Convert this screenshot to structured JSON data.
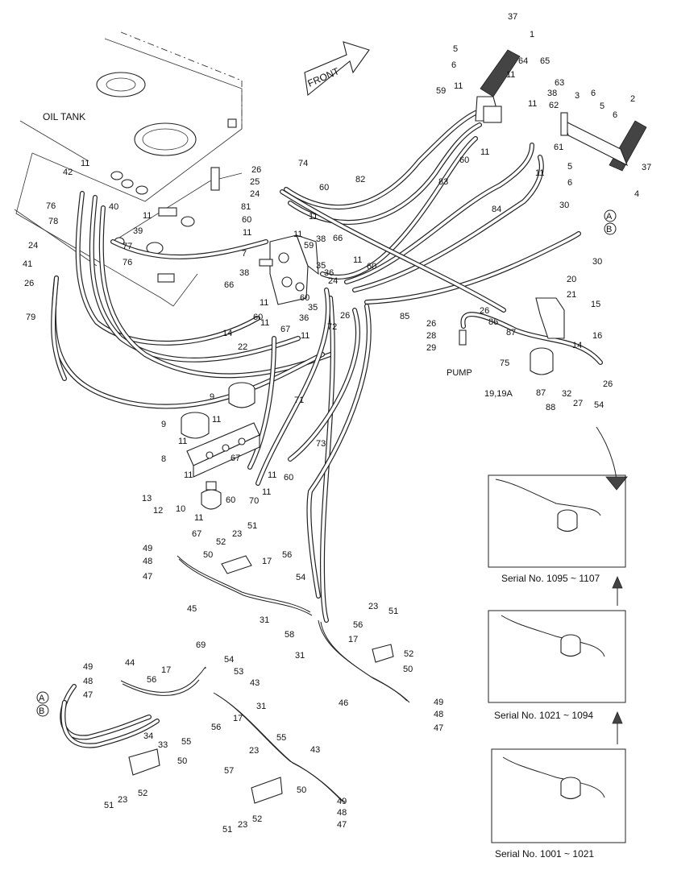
{
  "title_labels": {
    "oil_tank": "OIL TANK",
    "front": "FRONT",
    "pump": "PUMP"
  },
  "circle_refs": [
    "A",
    "B"
  ],
  "part_numbers": [
    "1",
    "2",
    "3",
    "4",
    "5",
    "6",
    "7",
    "8",
    "9",
    "10",
    "11",
    "12",
    "13",
    "14",
    "15",
    "16",
    "17",
    "20",
    "21",
    "22",
    "23",
    "24",
    "25",
    "26",
    "27",
    "28",
    "29",
    "30",
    "31",
    "32",
    "33",
    "34",
    "35",
    "36",
    "37",
    "38",
    "39",
    "40",
    "41",
    "42",
    "43",
    "44",
    "45",
    "46",
    "47",
    "48",
    "49",
    "50",
    "51",
    "52",
    "53",
    "54",
    "55",
    "56",
    "57",
    "58",
    "59",
    "60",
    "61",
    "62",
    "63",
    "64",
    "65",
    "66",
    "67",
    "69",
    "70",
    "71",
    "72",
    "73",
    "74",
    "75",
    "76",
    "77",
    "78",
    "79",
    "81",
    "82",
    "83",
    "84",
    "85",
    "86",
    "87",
    "88",
    "19,19A"
  ],
  "serial_boxes": [
    {
      "caption": "Serial No. 1095 ~ 1107"
    },
    {
      "caption": "Serial No. 1021 ~ 1094"
    },
    {
      "caption": "Serial No. 1001 ~ 1021"
    }
  ]
}
